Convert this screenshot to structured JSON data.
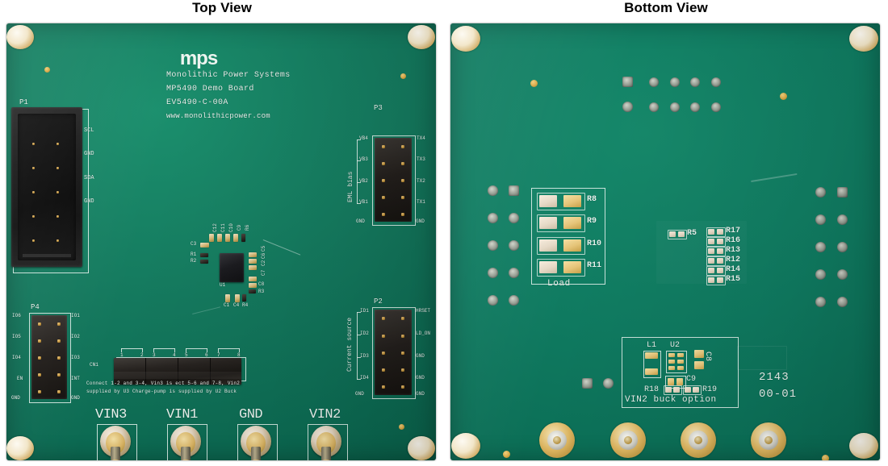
{
  "figure": {
    "views": [
      {
        "id": "top",
        "title": "Top View",
        "silkscreen": {
          "brand_logo": "mps",
          "company": "Monolithic Power Systems",
          "board_name": "MP5490 Demo Board",
          "part_number": "EV5490-C-00A",
          "website": "www.monolithicpower.com"
        },
        "connectors": [
          {
            "ref": "P1",
            "type": "shrouded-idc-header",
            "pin_labels_right": [
              "SCL",
              "GND",
              "SDA",
              "GND"
            ]
          },
          {
            "ref": "P3",
            "type": "pin-header",
            "group_label": "EML bias",
            "pin_labels_left": [
              "VB4",
              "VB3",
              "VB2",
              "VB1",
              "GND"
            ],
            "pin_labels_right": [
              "TX4",
              "TX3",
              "TX2",
              "TX1",
              "GND"
            ]
          },
          {
            "ref": "P4",
            "type": "pin-header",
            "pin_labels_left": [
              "IO6",
              "IO5",
              "IO4",
              "EN",
              "GND"
            ],
            "pin_labels_right": [
              "IO1",
              "IO2",
              "IO3",
              "INT",
              "GND"
            ]
          },
          {
            "ref": "P2",
            "type": "pin-header",
            "group_label": "Current source",
            "pin_labels_left": [
              "ID1",
              "ID2",
              "ID3",
              "ID4",
              "GND"
            ],
            "pin_labels_right": [
              "HRSET",
              "LD_ON",
              "GND",
              "GND",
              "GND"
            ]
          },
          {
            "ref": "CN1",
            "type": "jumper-block",
            "pin_numbers": [
              "1",
              "2",
              "3",
              "4",
              "5",
              "6",
              "7",
              "8"
            ],
            "note_line1": "Connect 1-2 and 3-4, Vin3 is    ect 5-6 and 7-8, Vin2",
            "note_line2": "supplied by U3 Charge-pump    is supplied by U2 Buck"
          }
        ],
        "sma_jacks": [
          {
            "label": "VIN3"
          },
          {
            "label": "VIN1"
          },
          {
            "label": "GND"
          },
          {
            "label": "VIN2"
          }
        ],
        "components": {
          "main_ic": "U1",
          "top_row": [
            "C12",
            "C11",
            "C10",
            "C9",
            "R6"
          ],
          "left_col": [
            "C3",
            "R1",
            "R2"
          ],
          "right_col": [
            "C5",
            "C6",
            "C2",
            "C7",
            "C8",
            "R3"
          ],
          "bottom_row": [
            "C1",
            "C4",
            "R4"
          ]
        }
      },
      {
        "id": "bottom",
        "title": "Bottom View",
        "blocks": [
          {
            "name": "load-block",
            "label": "Load",
            "resistors": [
              "R8",
              "R9",
              "R10",
              "R11"
            ]
          },
          {
            "name": "vin2-buck-option-block",
            "label": "VIN2 buck option",
            "components": [
              "L1",
              "U2",
              "C8",
              "C9",
              "R18",
              "R19"
            ]
          }
        ],
        "resistor_stack": [
          "R17",
          "R16",
          "R13",
          "R12",
          "R14",
          "R15"
        ],
        "standalone_resistors": [
          "R5"
        ],
        "date_code": {
          "line1": "2143",
          "line2": "00-01"
        }
      }
    ]
  },
  "colors": {
    "pcb_green": "#107a5f",
    "silkscreen_white": "#e9f3ee",
    "pad_gold": "#d9a945",
    "connector_black": "#1a1a1a",
    "background": "#ffffff"
  }
}
